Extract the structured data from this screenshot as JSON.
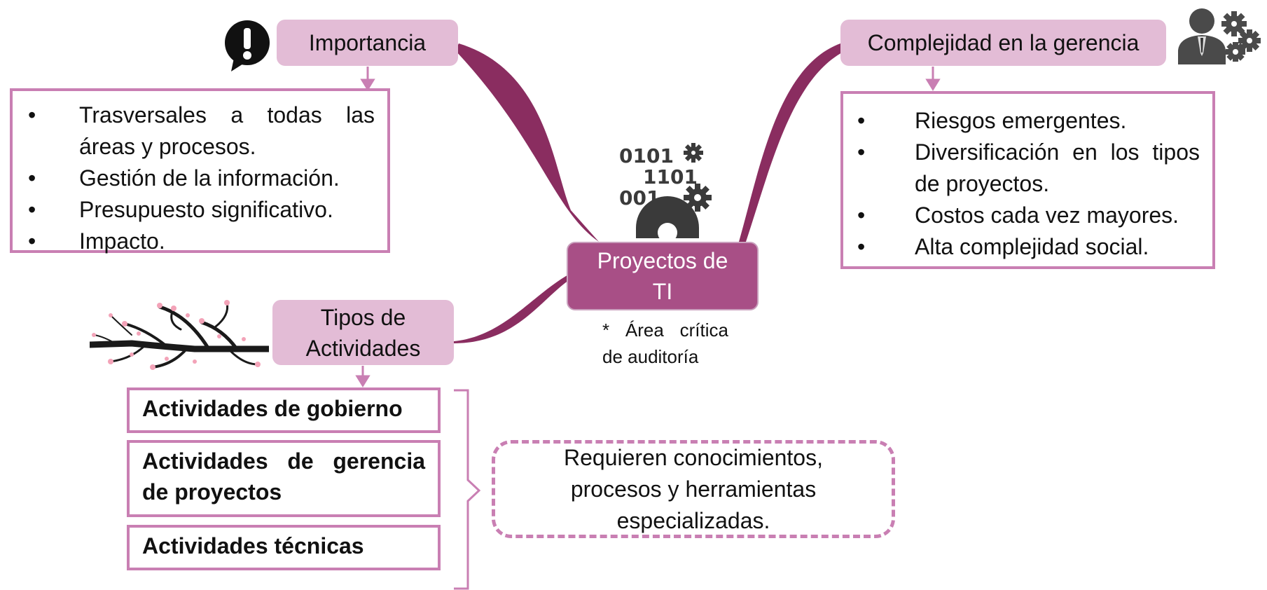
{
  "center": {
    "title": "Proyectos de TI",
    "note_line1": [
      "*",
      "Área",
      "crítica"
    ],
    "note_line2": "de auditoría"
  },
  "importance": {
    "label": "Importancia",
    "items": [
      "Trasversales a todas las áreas y procesos.",
      "Gestión de la información.",
      "Presupuesto significativo.",
      "Impacto."
    ]
  },
  "complexity": {
    "label": "Complejidad en la gerencia",
    "items": [
      "Riesgos emergentes.",
      "Diversificación en los tipos de proyectos.",
      "Costos cada vez mayores.",
      "Alta complejidad social."
    ]
  },
  "activity_types": {
    "label": "Tipos de Actividades",
    "items": [
      "Actividades de gobierno",
      "Actividades de gerencia de proyectos",
      "Actividades técnicas"
    ],
    "requirement": "Requieren conocimientos, procesos y herramientas especializadas."
  },
  "bullet_char": "•",
  "binary_icon_text": [
    "0101",
    "1101",
    "001"
  ],
  "icons": [
    "alert-speech-bubble-icon",
    "businessman-gears-icon",
    "binary-gears-icon",
    "tree-branch-icon"
  ],
  "colors": {
    "branch": "#8a2d60",
    "center_fill": "#a84f86",
    "topic_fill": "#e3bcd6",
    "box_border": "#c97fb3"
  }
}
